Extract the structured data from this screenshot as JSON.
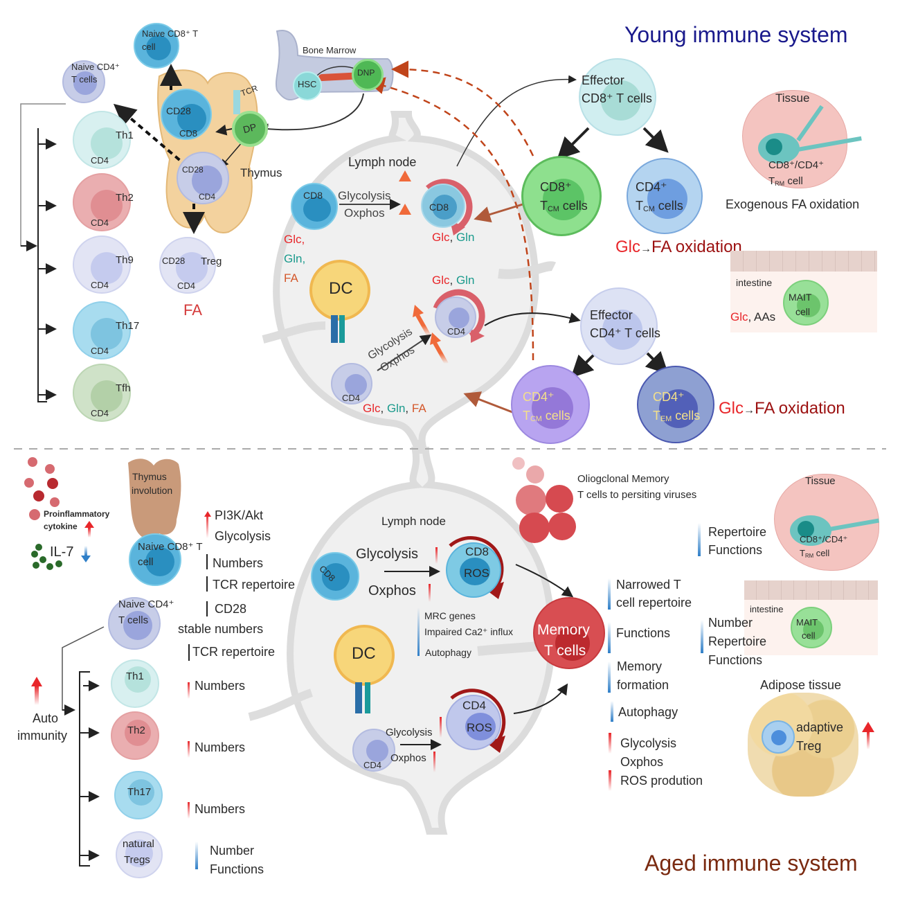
{
  "titles": {
    "young": "Young immune system",
    "aged": "Aged immune system"
  },
  "colors": {
    "young_title": "#1a1a8c",
    "aged_title": "#7a2a10",
    "up_arrow": "#e8262a",
    "down_arrow": "#2f7fc8",
    "glc": "#e8262a",
    "gln": "#1a9a8c",
    "fa": "#d4572a",
    "fa_oxidation": "#9c1111"
  },
  "young": {
    "bone_marrow": {
      "label": "Bone Marrow",
      "hsc": "HSC",
      "dnp": "DNP"
    },
    "thymus": {
      "label": "Thymus",
      "tcr": "TCR",
      "dp": "DP",
      "cd28_cd8_cell": {
        "top": "CD28",
        "bottom": "CD8"
      },
      "cd28_cd4_cell": {
        "top": "CD28",
        "bottom": "CD4"
      }
    },
    "naive_cd8": {
      "line1": "Naive CD8⁺ T",
      "line2": "cell"
    },
    "naive_cd4": {
      "line1": "Naive CD4⁺",
      "line2": "T cells"
    },
    "helper_cells": [
      {
        "name": "Th1",
        "marker": "CD4"
      },
      {
        "name": "Th2",
        "marker": "CD4"
      },
      {
        "name": "Th9",
        "marker": "CD4"
      },
      {
        "name": "Th17",
        "marker": "CD4"
      },
      {
        "name": "Tfh",
        "marker": "CD4"
      }
    ],
    "treg": {
      "name": "Treg",
      "cd28": "CD28",
      "marker": "CD4",
      "fuel": "FA"
    },
    "lymph_node": {
      "label": "Lymph node",
      "cd8_naive": "CD8",
      "cd8_active": "CD8",
      "cd8_pathway": [
        "Glycolysis",
        "Oxphos"
      ],
      "cd8_fuel_left": [
        "Glc,",
        "Gln,",
        "FA"
      ],
      "cd8_fuel_right": [
        "Glc",
        ", ",
        "Gln"
      ],
      "dc": "DC",
      "cd4_naive": "CD4",
      "cd4_active": "CD4",
      "cd4_pathway": [
        "Glycolysis",
        "Oxphos"
      ],
      "cd4_fuel_top": [
        "Glc",
        ", ",
        "Gln"
      ],
      "cd4_fuel_bottom": [
        "Glc",
        ", ",
        "Gln",
        ", ",
        "FA"
      ]
    },
    "effector_cd8": {
      "line1": "Effector",
      "line2": "CD8⁺ T cells"
    },
    "cd8_tcm": {
      "line1": "CD8⁺",
      "line2_main": "T",
      "line2_sub": "CM",
      "line2_rest": " cells"
    },
    "cd4_tcm_top": {
      "line1": "CD4⁺",
      "line2_main": "T",
      "line2_sub": "CM",
      "line2_rest": " cells"
    },
    "glc_fa_oxidation_1": {
      "glc": "Glc",
      "arrow": "→",
      "fa": "FA oxidation"
    },
    "tissue": {
      "label": "Tissue",
      "cell_line1": "CD8⁺/CD4⁺",
      "cell_line2_main": "T",
      "cell_line2_sub": "RM",
      "cell_line2_rest": " cell",
      "caption": "Exogenous FA oxidation"
    },
    "intestine": {
      "label": "intestine",
      "mait_line1": "MAIT",
      "mait_line2": "cell",
      "fuel_glc": "Glc",
      "fuel_rest": ", AAs"
    },
    "effector_cd4": {
      "line1": "Effector",
      "line2": "CD4⁺ T cells"
    },
    "cd4_tcm": {
      "line1": "CD4⁺",
      "line2_main": "T",
      "line2_sub": "CM",
      "line2_rest": " cells"
    },
    "cd4_tem": {
      "line1": "CD4⁺",
      "line2_main": "T",
      "line2_sub": "EM",
      "line2_rest": " cells"
    },
    "glc_fa_oxidation_2": {
      "glc": "Glc",
      "arrow": "→",
      "fa": "FA oxidation"
    }
  },
  "aged": {
    "cytokine": {
      "line1": "Proinflammatory",
      "line2": "cytokine",
      "trend": "up"
    },
    "il7": {
      "label": "IL-7",
      "trend": "down"
    },
    "thymus": {
      "line1": "Thymus",
      "line2": "involution"
    },
    "naive_cd8": {
      "line1": "Naive CD8⁺ T",
      "line2": "cell"
    },
    "naive_cd8_changes": [
      {
        "text": "PI3K/Akt",
        "trend": "up"
      },
      {
        "text": "Glycolysis",
        "trend": "up"
      },
      {
        "text": "Numbers",
        "trend": "down"
      },
      {
        "text": "TCR repertoire",
        "trend": "down"
      },
      {
        "text": "CD28",
        "trend": "down"
      }
    ],
    "naive_cd4": {
      "line1": "Naive CD4⁺",
      "line2": "T cells"
    },
    "naive_cd4_changes": [
      {
        "text": "stable numbers",
        "trend": "none"
      },
      {
        "text": "TCR repertoire",
        "trend": "down"
      }
    ],
    "autoimmunity": {
      "line1": "Auto",
      "line2": "immunity",
      "trend": "up"
    },
    "helper_cells": [
      {
        "name": "Th1",
        "change": "Numbers",
        "trend": "up"
      },
      {
        "name": "Th2",
        "change": "Numbers",
        "trend": "up"
      },
      {
        "name": "Th17",
        "change": "Numbers",
        "trend": "up"
      }
    ],
    "natural_tregs": {
      "line1": "natural",
      "line2": "Tregs",
      "changes": [
        "Number",
        "Functions"
      ],
      "trend": "down"
    },
    "lymph_node": {
      "label": "Lymph node",
      "cd8_naive": "CD8",
      "cd8_active": "CD8",
      "cd8_ros": "ROS",
      "glycolysis": "Glycolysis",
      "oxphos": "Oxphos",
      "dc": "DC",
      "cd8_down": [
        "MRC genes",
        "Impaired Ca2⁺ influx",
        "Autophagy"
      ],
      "cd4_naive": "CD4",
      "cd4_active": "CD4",
      "cd4_ros": "ROS",
      "cd4_glycolysis": "Glycolysis",
      "cd4_oxphos": "Oxphos"
    },
    "oligoclonal": {
      "line1": "Oliogclonal Memory",
      "line2": "T cells to persiting viruses"
    },
    "memory_t": {
      "line1": "Memory",
      "line2": "T cells"
    },
    "memory_changes_down": [
      {
        "lines": [
          "Narrowed T",
          "cell repertoire"
        ]
      },
      {
        "lines": [
          "Functions"
        ]
      },
      {
        "lines": [
          "Memory",
          "formation"
        ]
      },
      {
        "lines": [
          "Autophagy"
        ]
      }
    ],
    "memory_changes_up": [
      {
        "lines": [
          "Glycolysis",
          "Oxphos"
        ]
      },
      {
        "lines": [
          "ROS prodution"
        ]
      }
    ],
    "tissue": {
      "label": "Tissue",
      "cell_line1": "CD8⁺/CD4⁺",
      "cell_line2_main": "T",
      "cell_line2_sub": "RM",
      "cell_line2_rest": " cell",
      "changes": [
        "Repertoire",
        "Functions"
      ],
      "trend": "down"
    },
    "intestine": {
      "label": "intestine",
      "mait_line1": "MAIT",
      "mait_line2": "cell",
      "changes": [
        "Number",
        "Repertoire",
        "Functions"
      ],
      "trend": "down"
    },
    "adipose": {
      "label": "Adipose tissue",
      "line1": "adaptive",
      "line2": "Treg",
      "trend": "up"
    }
  }
}
